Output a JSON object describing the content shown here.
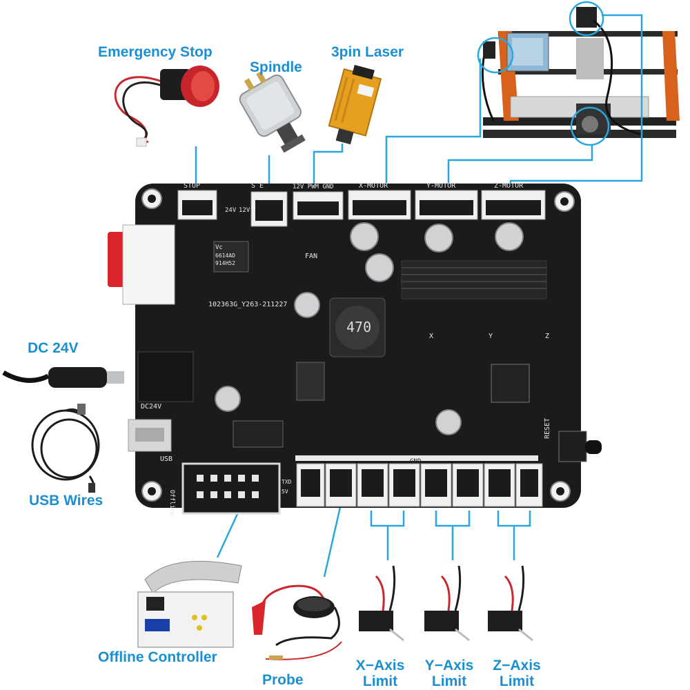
{
  "labels": {
    "emergency_stop": "Emergency Stop",
    "spindle": "Spindle",
    "laser": "3pin Laser",
    "dc24v": "DC 24V",
    "usb_wires": "USB Wires",
    "offline_controller": "Offline Controller",
    "probe": "Probe",
    "x_axis_limit_1": "X−Axis",
    "x_axis_limit_2": "Limit",
    "y_axis_limit_1": "Y−Axis",
    "y_axis_limit_2": "Limit",
    "z_axis_limit_1": "Z−Axis",
    "z_axis_limit_2": "Limit"
  },
  "board_silk": {
    "stop": "STOP",
    "spindle_port": "S     E",
    "laser_port": "12V PWM GND",
    "x_motor": "X-MOTOR",
    "y_motor": "Y-MOTOR",
    "z_motor": "Z-MOTOR",
    "v24": "24V",
    "v12": "12V",
    "fan": "FAN",
    "part_no": "102363G_Y263-211227",
    "inductor": "470",
    "dc24v": "DC24V",
    "usb": "USB",
    "gnd": "GND",
    "reset": "RESET",
    "offline": "Offline",
    "x": "X",
    "y": "Y",
    "z": "Z",
    "chip1": "6614AD",
    "chip1b": "914H52",
    "vc": "Vc",
    "v5": "5V",
    "txd": "TXD"
  },
  "colors": {
    "label_blue": "#1a8fd1",
    "line_blue": "#29a6e0",
    "pcb_black": "#1b1b1b",
    "cable_red": "#d8262b",
    "laser_orange": "#e6a01f",
    "frame_orange": "#d8621c"
  }
}
